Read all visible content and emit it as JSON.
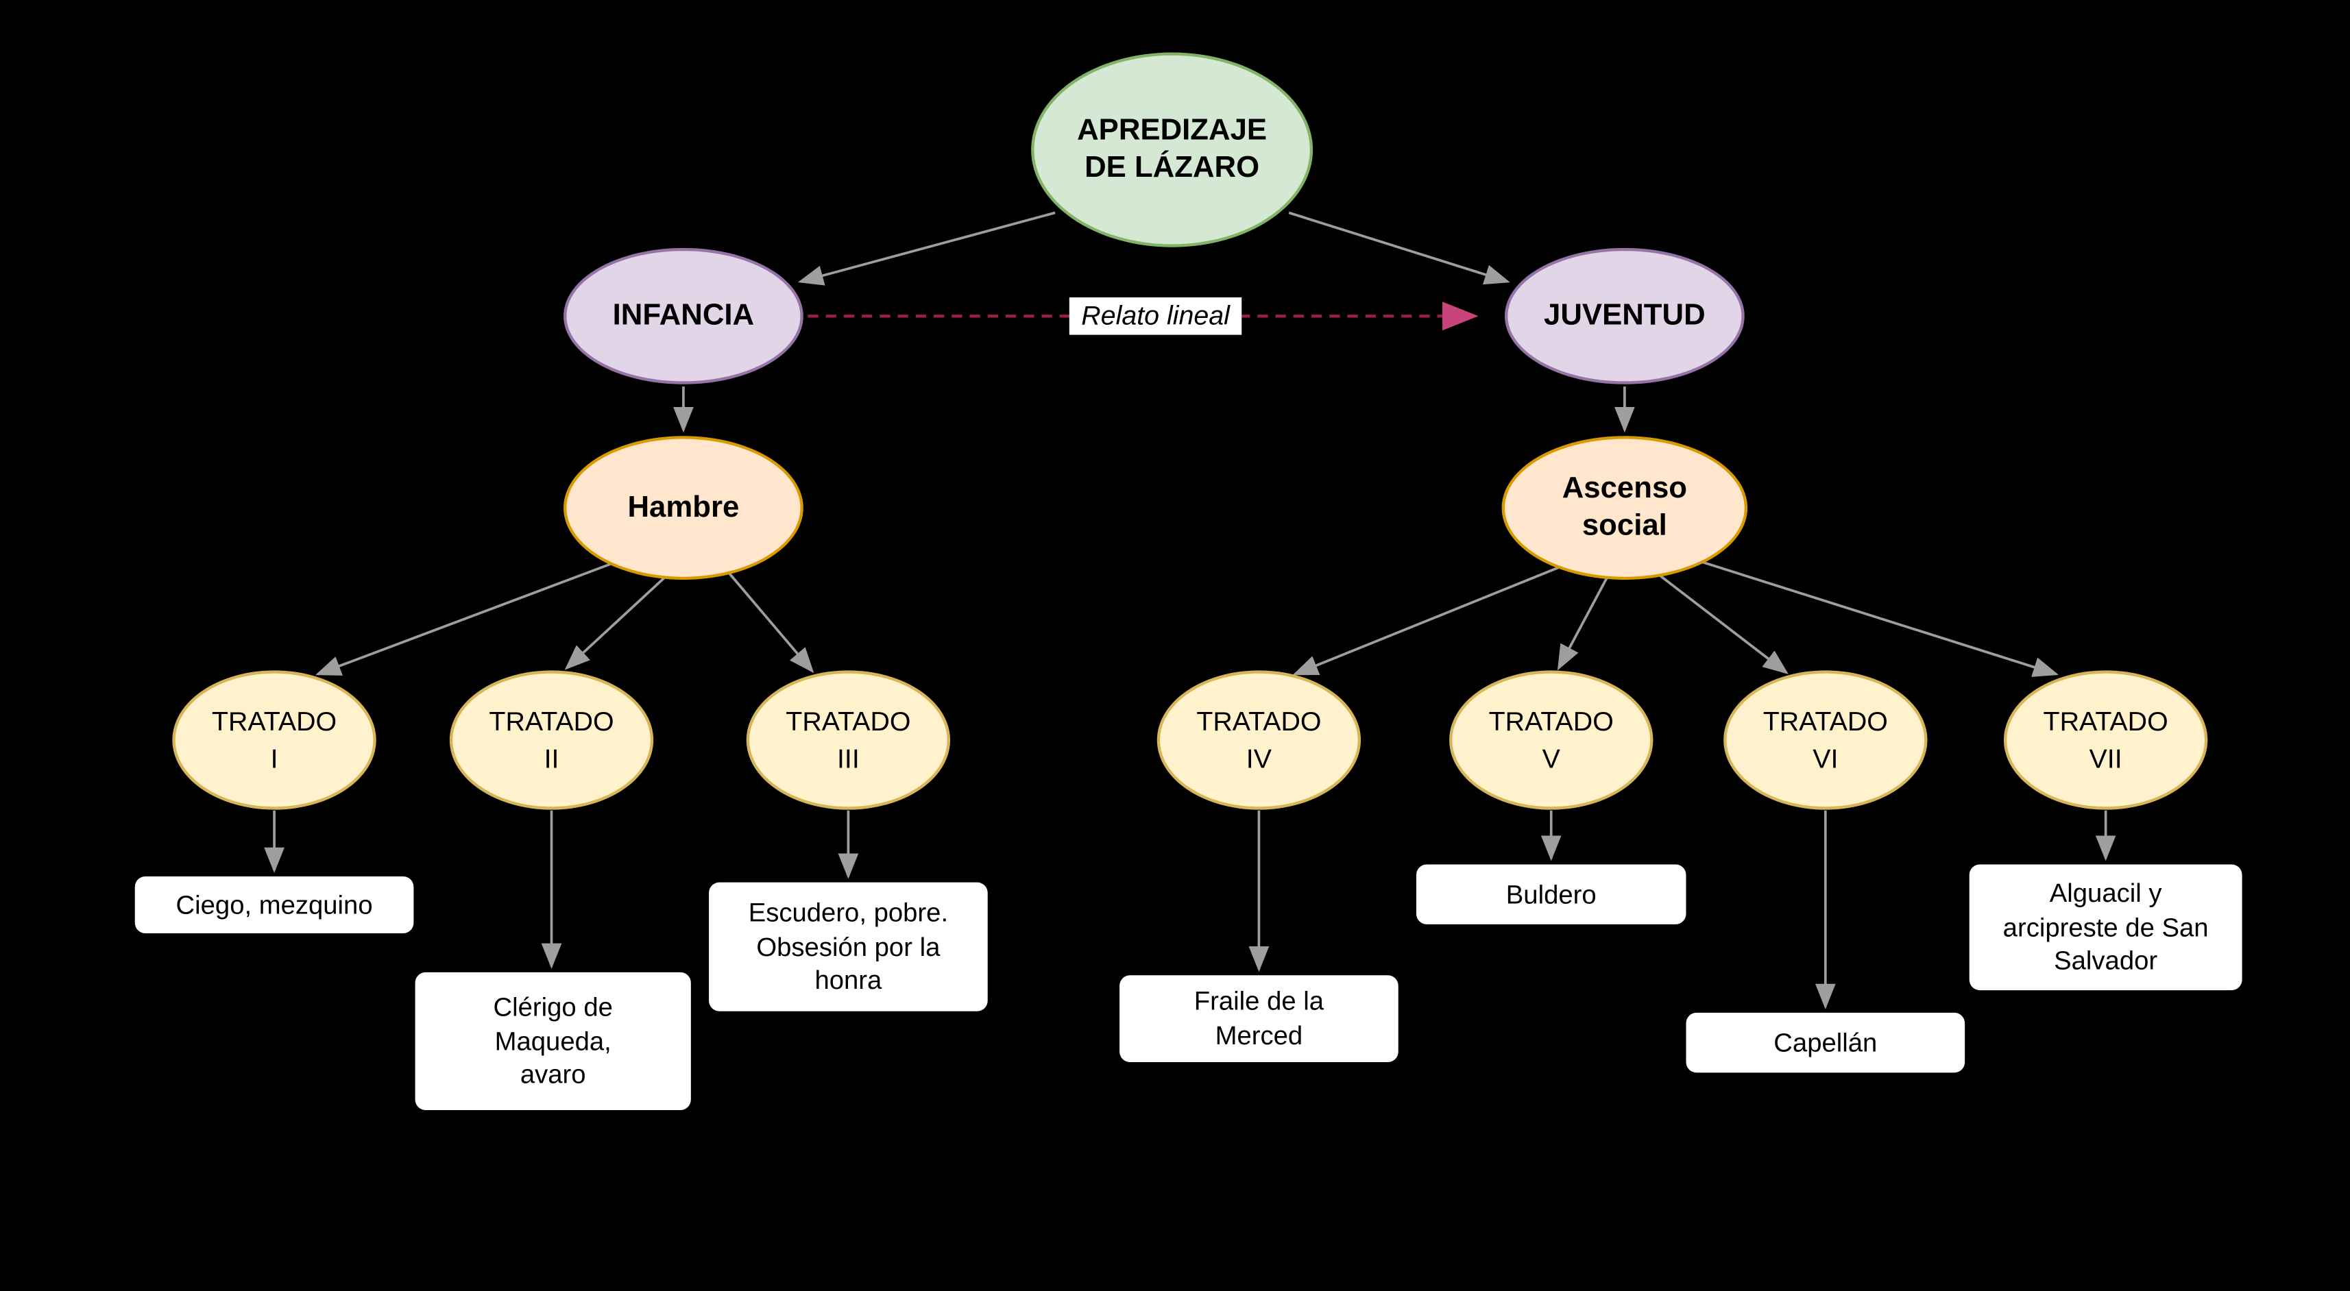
{
  "diagram": {
    "root": {
      "label": "APREDIZAJE DE LÁZARO"
    },
    "relato": {
      "label": "Relato lineal"
    },
    "stages": [
      {
        "label": "INFANCIA",
        "theme": "Hambre"
      },
      {
        "label": "JUVENTUD",
        "theme": "Ascenso social"
      }
    ],
    "tratados": [
      {
        "label": "TRATADO I",
        "note": "Ciego, mezquino"
      },
      {
        "label": "TRATADO II",
        "note": "Clérigo de Maqueda, avaro"
      },
      {
        "label": "TRATADO III",
        "note": "Escudero, pobre. Obsesión por la honra"
      },
      {
        "label": "TRATADO IV",
        "note": "Fraile de la Merced"
      },
      {
        "label": "TRATADO V",
        "note": "Buldero"
      },
      {
        "label": "TRATADO VI",
        "note": "Capellán"
      },
      {
        "label": "TRATADO VII",
        "note": "Alguacil y arcipreste de San Salvador"
      }
    ],
    "colors": {
      "background": "#000000",
      "root_fill": "#d5e8d4",
      "root_border": "#82b366",
      "stage_fill": "#e1d5e7",
      "stage_border": "#9673a6",
      "theme_fill": "#ffe6cc",
      "theme_border": "#d79b00",
      "tratado_fill": "#fff2cc",
      "tratado_border": "#d6b656",
      "note_fill": "#ffffff",
      "arrow_gray": "#9e9e9e",
      "relato_line": "#9c1f3f",
      "relato_arrowhead": "#c9447a"
    }
  }
}
